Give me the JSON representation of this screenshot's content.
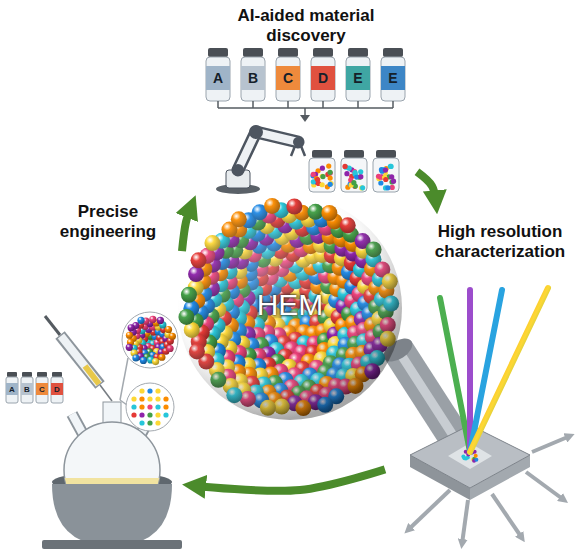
{
  "diagram": {
    "nodes": [
      {
        "text": [
          "AI-aided material discovery"
        ]
      },
      {
        "text": [
          "High resolution characterization"
        ]
      },
      {
        "text": [
          "HEM"
        ]
      },
      {
        "text": [
          "Precise engineering"
        ]
      }
    ],
    "edges": [
      {
        "from": 0,
        "to": 1,
        "arrow": "to"
      },
      {
        "from": 1,
        "to": 3,
        "arrow": "to"
      },
      {
        "from": 3,
        "to": 0,
        "arrow": "to"
      }
    ],
    "labels": [
      "A",
      "B",
      "C",
      "D",
      "E",
      "E",
      "A",
      "B",
      "C",
      "D"
    ]
  }
}
